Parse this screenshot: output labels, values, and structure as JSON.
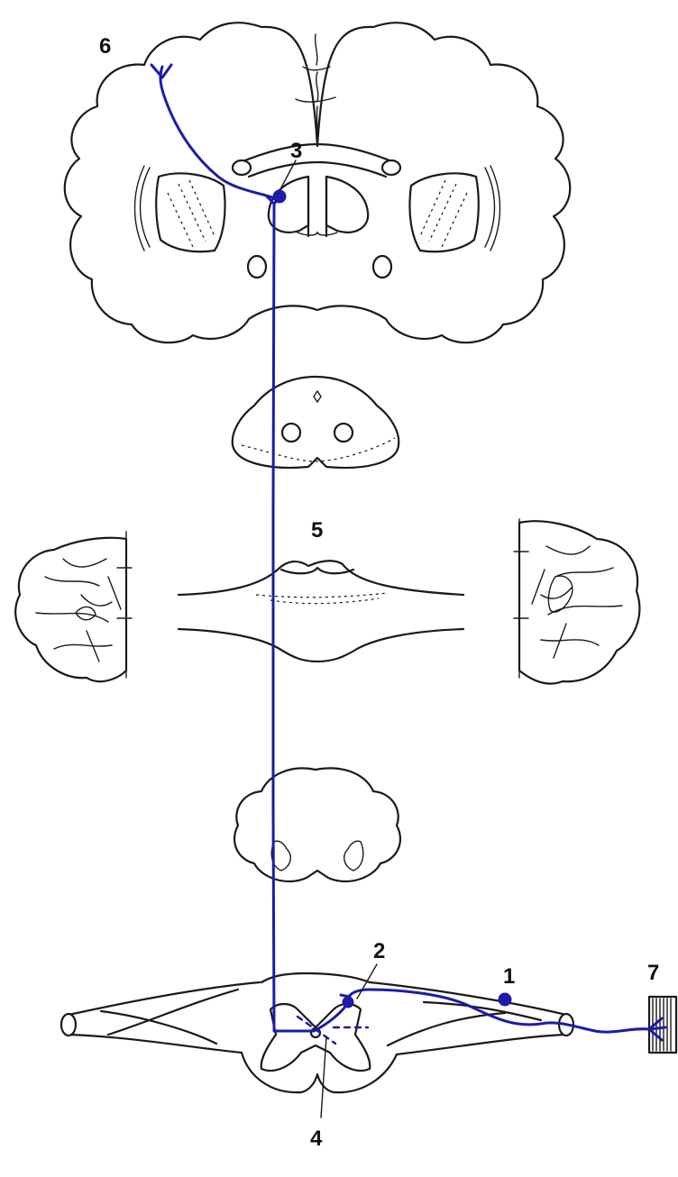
{
  "labels": {
    "l1": "1",
    "l2": "2",
    "l3": "3",
    "l4": "4",
    "l5": "5",
    "l6": "6",
    "l7": "7"
  },
  "colors": {
    "pathway": "#1c1ca8",
    "outline": "#1a1a1a",
    "background": "#ffffff"
  }
}
